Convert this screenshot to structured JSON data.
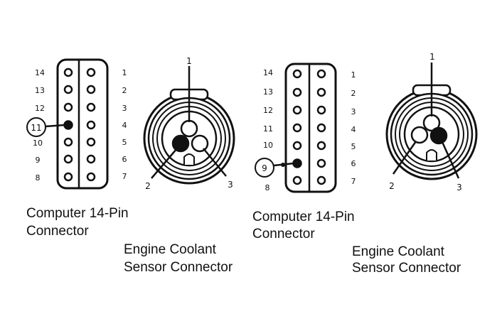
{
  "figures": [
    {
      "connector": {
        "left_numbers": [
          "14",
          "13",
          "12",
          "11",
          "10",
          "9",
          "8"
        ],
        "right_numbers": [
          "1",
          "2",
          "3",
          "4",
          "5",
          "6",
          "7"
        ],
        "highlight_pin_number": "11",
        "label_lines": [
          "Computer 14-Pin",
          "Connector"
        ]
      },
      "sensor": {
        "terminals": [
          "1",
          "2",
          "3"
        ],
        "filled_terminal": "2",
        "label_lines": [
          "Engine Coolant",
          "Sensor Connector"
        ]
      }
    },
    {
      "connector": {
        "left_numbers": [
          "14",
          "13",
          "12",
          "11",
          "10",
          "9",
          "8"
        ],
        "right_numbers": [
          "1",
          "2",
          "3",
          "4",
          "5",
          "6",
          "7"
        ],
        "highlight_pin_number": "9",
        "label_lines": [
          "Computer 14-Pin",
          "Connector"
        ]
      },
      "sensor": {
        "terminals": [
          "1",
          "2",
          "3"
        ],
        "filled_terminal": "3",
        "label_lines": [
          "Engine Coolant",
          "Sensor Connector"
        ]
      }
    }
  ]
}
